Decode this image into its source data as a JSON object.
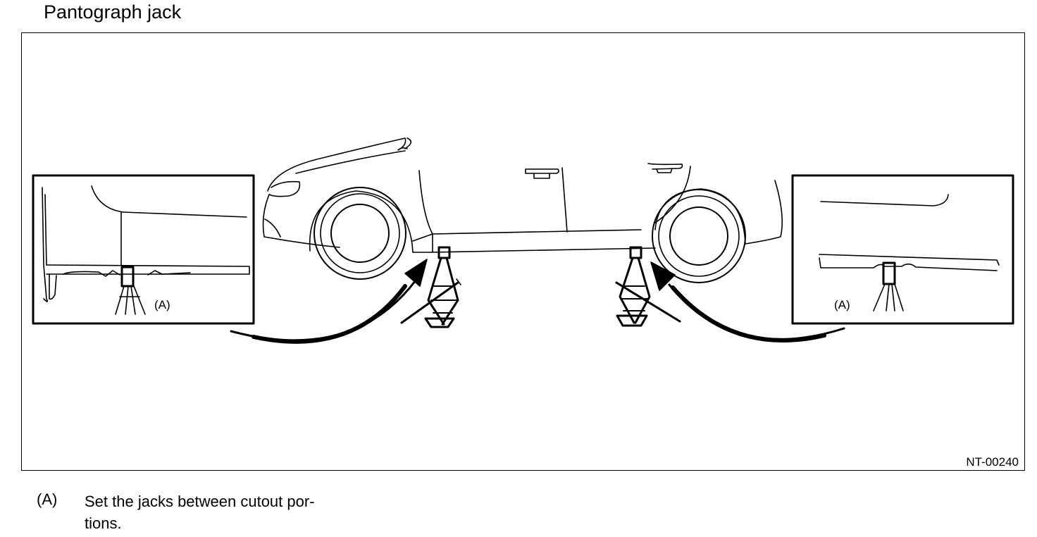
{
  "section": {
    "title": "Pantograph jack"
  },
  "figure": {
    "code": "NT-00240",
    "callout_left": "(A)",
    "callout_right": "(A)"
  },
  "legend": {
    "key": "(A)",
    "text_line1": "Set the jacks between cutout por-",
    "text_line2": "tions."
  }
}
